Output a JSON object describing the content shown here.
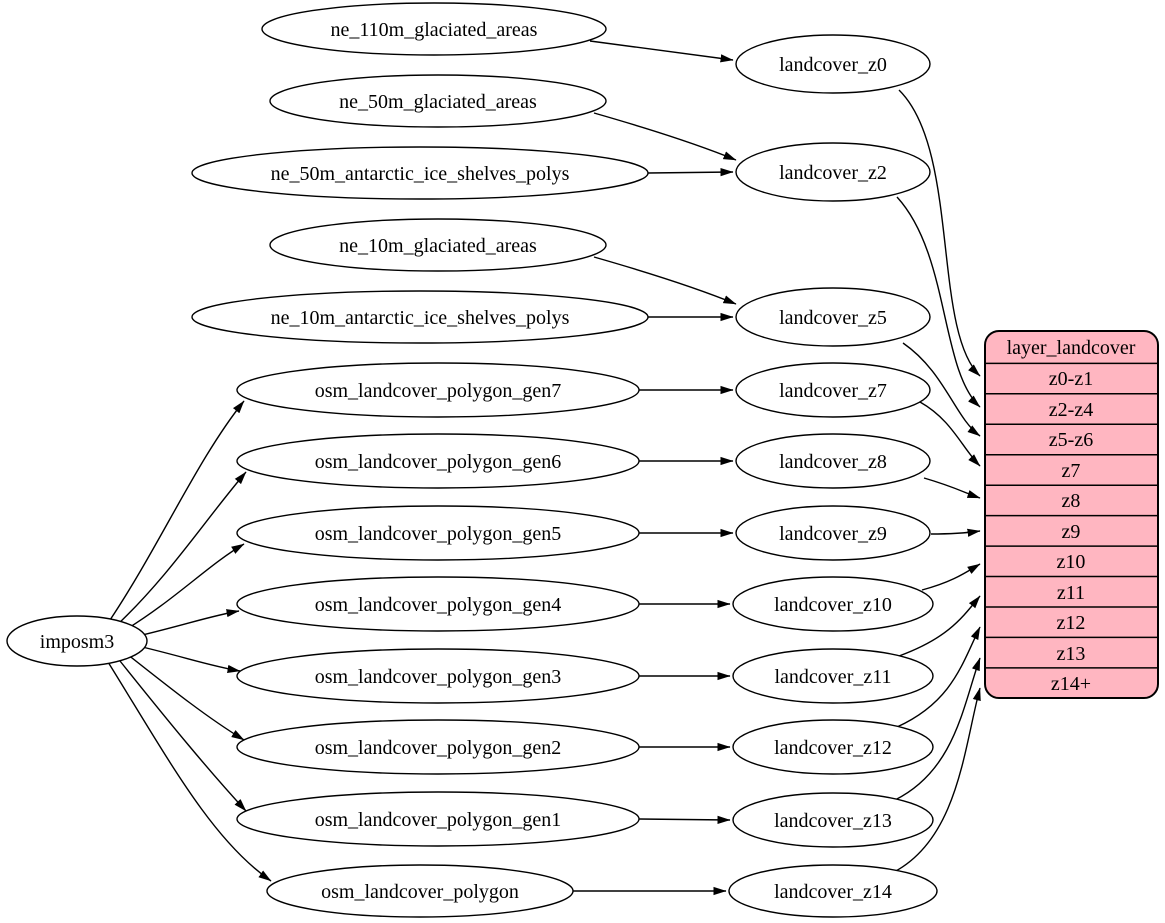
{
  "importer": {
    "label": "imposm3"
  },
  "ne_sources": [
    {
      "label": "ne_110m_glaciated_areas"
    },
    {
      "label": "ne_50m_glaciated_areas"
    },
    {
      "label": "ne_50m_antarctic_ice_shelves_polys"
    },
    {
      "label": "ne_10m_glaciated_areas"
    },
    {
      "label": "ne_10m_antarctic_ice_shelves_polys"
    }
  ],
  "osm_tables": [
    {
      "label": "osm_landcover_polygon_gen7"
    },
    {
      "label": "osm_landcover_polygon_gen6"
    },
    {
      "label": "osm_landcover_polygon_gen5"
    },
    {
      "label": "osm_landcover_polygon_gen4"
    },
    {
      "label": "osm_landcover_polygon_gen3"
    },
    {
      "label": "osm_landcover_polygon_gen2"
    },
    {
      "label": "osm_landcover_polygon_gen1"
    },
    {
      "label": "osm_landcover_polygon"
    }
  ],
  "generalized_tables": [
    {
      "label": "landcover_z0"
    },
    {
      "label": "landcover_z2"
    },
    {
      "label": "landcover_z5"
    },
    {
      "label": "landcover_z7"
    },
    {
      "label": "landcover_z8"
    },
    {
      "label": "landcover_z9"
    },
    {
      "label": "landcover_z10"
    },
    {
      "label": "landcover_z11"
    },
    {
      "label": "landcover_z12"
    },
    {
      "label": "landcover_z13"
    },
    {
      "label": "landcover_z14"
    }
  ],
  "layer": {
    "title": "layer_landcover",
    "zoom_rows": [
      "z0-z1",
      "z2-z4",
      "z5-z6",
      "z7",
      "z8",
      "z9",
      "z10",
      "z11",
      "z12",
      "z13",
      "z14+"
    ]
  },
  "edges": [
    {
      "from": "imposm3",
      "to": "osm_landcover_polygon_gen7"
    },
    {
      "from": "imposm3",
      "to": "osm_landcover_polygon_gen6"
    },
    {
      "from": "imposm3",
      "to": "osm_landcover_polygon_gen5"
    },
    {
      "from": "imposm3",
      "to": "osm_landcover_polygon_gen4"
    },
    {
      "from": "imposm3",
      "to": "osm_landcover_polygon_gen3"
    },
    {
      "from": "imposm3",
      "to": "osm_landcover_polygon_gen2"
    },
    {
      "from": "imposm3",
      "to": "osm_landcover_polygon_gen1"
    },
    {
      "from": "imposm3",
      "to": "osm_landcover_polygon"
    },
    {
      "from": "ne_110m_glaciated_areas",
      "to": "landcover_z0"
    },
    {
      "from": "ne_50m_glaciated_areas",
      "to": "landcover_z2"
    },
    {
      "from": "ne_50m_antarctic_ice_shelves_polys",
      "to": "landcover_z2"
    },
    {
      "from": "ne_10m_glaciated_areas",
      "to": "landcover_z5"
    },
    {
      "from": "ne_10m_antarctic_ice_shelves_polys",
      "to": "landcover_z5"
    },
    {
      "from": "osm_landcover_polygon_gen7",
      "to": "landcover_z7"
    },
    {
      "from": "osm_landcover_polygon_gen6",
      "to": "landcover_z8"
    },
    {
      "from": "osm_landcover_polygon_gen5",
      "to": "landcover_z9"
    },
    {
      "from": "osm_landcover_polygon_gen4",
      "to": "landcover_z10"
    },
    {
      "from": "osm_landcover_polygon_gen3",
      "to": "landcover_z11"
    },
    {
      "from": "osm_landcover_polygon_gen2",
      "to": "landcover_z12"
    },
    {
      "from": "osm_landcover_polygon_gen1",
      "to": "landcover_z13"
    },
    {
      "from": "osm_landcover_polygon",
      "to": "landcover_z14"
    },
    {
      "from": "landcover_z0",
      "to": "layer_landcover:z0-z1"
    },
    {
      "from": "landcover_z2",
      "to": "layer_landcover:z2-z4"
    },
    {
      "from": "landcover_z5",
      "to": "layer_landcover:z5-z6"
    },
    {
      "from": "landcover_z7",
      "to": "layer_landcover:z7"
    },
    {
      "from": "landcover_z8",
      "to": "layer_landcover:z8"
    },
    {
      "from": "landcover_z9",
      "to": "layer_landcover:z9"
    },
    {
      "from": "landcover_z10",
      "to": "layer_landcover:z10"
    },
    {
      "from": "landcover_z11",
      "to": "layer_landcover:z11"
    },
    {
      "from": "landcover_z12",
      "to": "layer_landcover:z12"
    },
    {
      "from": "landcover_z13",
      "to": "layer_landcover:z13"
    },
    {
      "from": "landcover_z14",
      "to": "layer_landcover:z14+"
    }
  ],
  "colors": {
    "layer_fill": "#ffb6c1",
    "node_fill": "#ffffff",
    "stroke": "#000000",
    "background": "#ffffff"
  }
}
